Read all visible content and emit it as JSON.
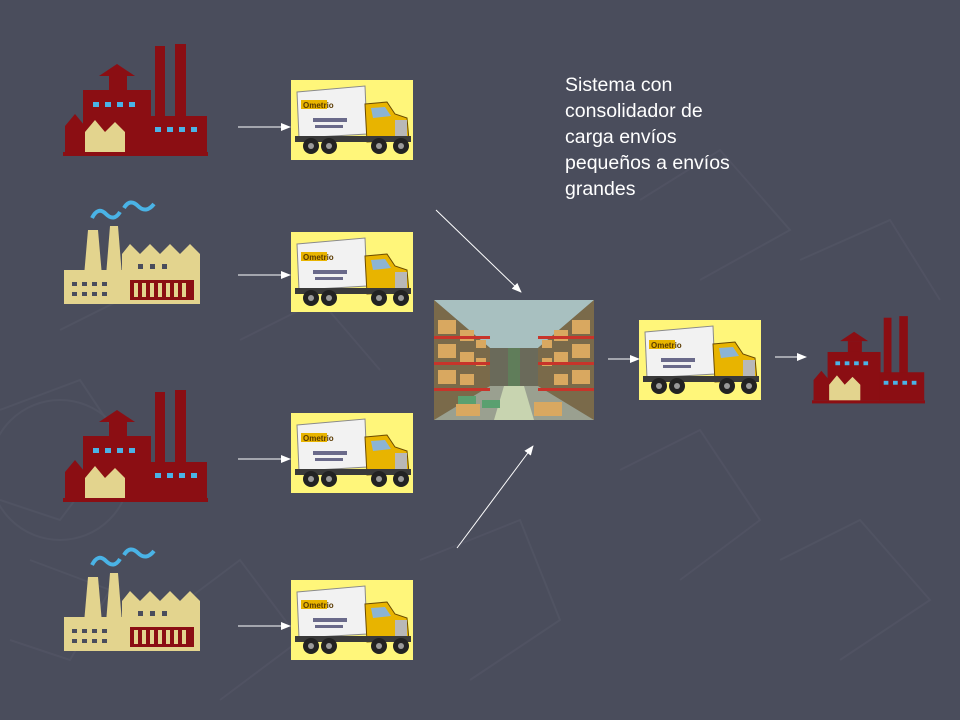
{
  "caption": {
    "lines": [
      "Sistema con",
      "consolidador  de",
      "carga  envíos",
      "pequeños  a envíos",
      "grandes"
    ]
  },
  "truck": {
    "logo_text": "Ometrio"
  },
  "colors": {
    "background": "#4a4d5c",
    "factory_red": "#8b0e13",
    "factory_cream": "#e3d48e",
    "window_blue": "#4ab3e6",
    "truck_card": "#fff67a",
    "arrow": "#ffffff"
  },
  "icons": {
    "factory_red": "factory-icon",
    "factory_cream": "factory-smoke-icon",
    "truck": "truck-icon",
    "warehouse": "warehouse-image"
  }
}
